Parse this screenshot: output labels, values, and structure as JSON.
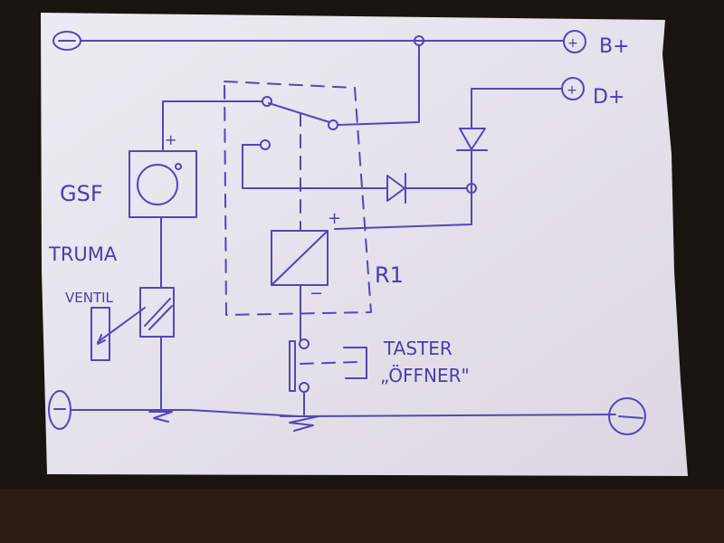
{
  "colors": {
    "ink": "#5446b8",
    "paper": "#e8e6ee",
    "background": "#1a1410"
  },
  "labels": {
    "b_plus": "B+",
    "d_plus": "D+",
    "gsf": "GSF",
    "truma": "TRUMA",
    "ventil": "VENTIL",
    "relay": "R1",
    "taster": "TASTER",
    "oeffner": "„ÖFFNER\"",
    "plus_gsf": "+",
    "plus_relay": "+",
    "minus_relay": "−"
  }
}
